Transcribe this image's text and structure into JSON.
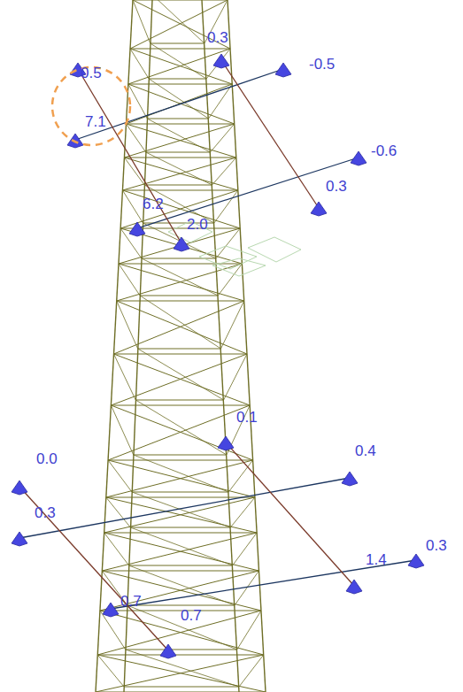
{
  "diagram": {
    "labels": [
      "0.3",
      "0.5",
      "-0.5",
      "7.1",
      "-0.6",
      "0.3",
      "6.2",
      "2.0",
      "0.1",
      "0.0",
      "0.4",
      "0.3",
      "0.3",
      "1.4",
      "0.7",
      "0.7"
    ]
  }
}
